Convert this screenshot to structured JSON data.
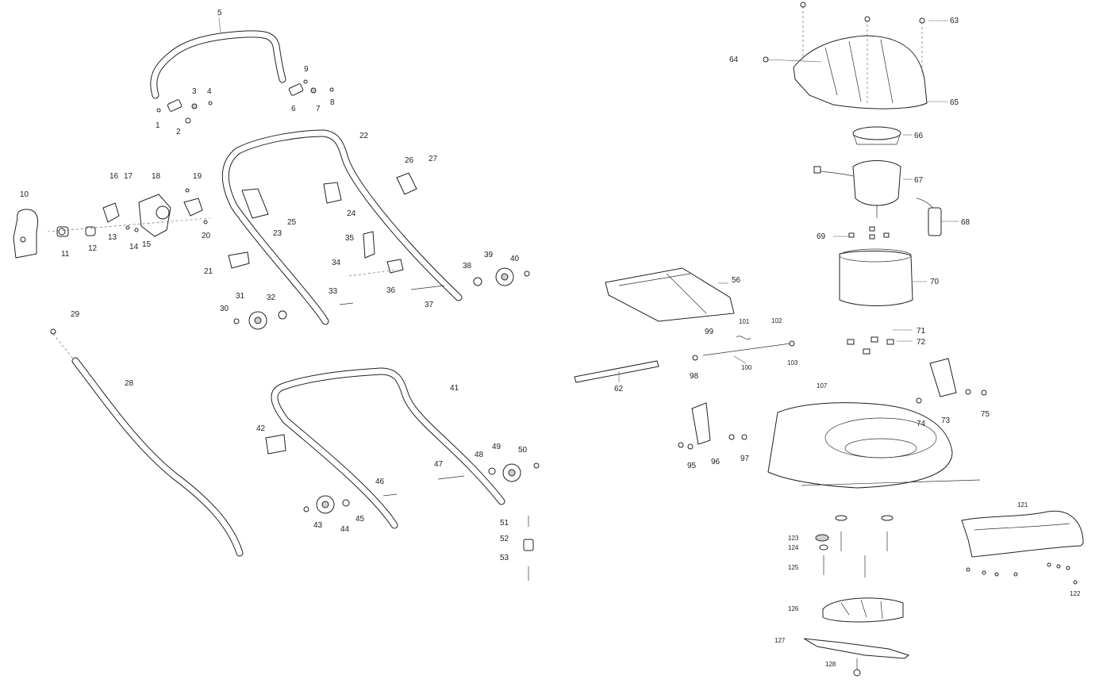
{
  "callouts": [
    "1",
    "2",
    "3",
    "4",
    "5",
    "6",
    "7",
    "8",
    "9",
    "10",
    "11",
    "12",
    "13",
    "14",
    "15",
    "16",
    "17",
    "18",
    "19",
    "20",
    "21",
    "22",
    "23",
    "24",
    "25",
    "26",
    "27",
    "28",
    "29",
    "30",
    "31",
    "32",
    "33",
    "34",
    "35",
    "36",
    "37",
    "38",
    "39",
    "40",
    "41",
    "42",
    "43",
    "44",
    "45",
    "46",
    "47",
    "48",
    "49",
    "50",
    "51",
    "52",
    "53",
    "56",
    "62",
    "63",
    "64",
    "65",
    "66",
    "67",
    "68",
    "69",
    "70",
    "71",
    "72",
    "73",
    "74",
    "75",
    "95",
    "96",
    "97",
    "98",
    "99",
    "100",
    "101",
    "102",
    "103",
    "107",
    "121",
    "122",
    "123",
    "124",
    "125",
    "126",
    "127",
    "128"
  ]
}
